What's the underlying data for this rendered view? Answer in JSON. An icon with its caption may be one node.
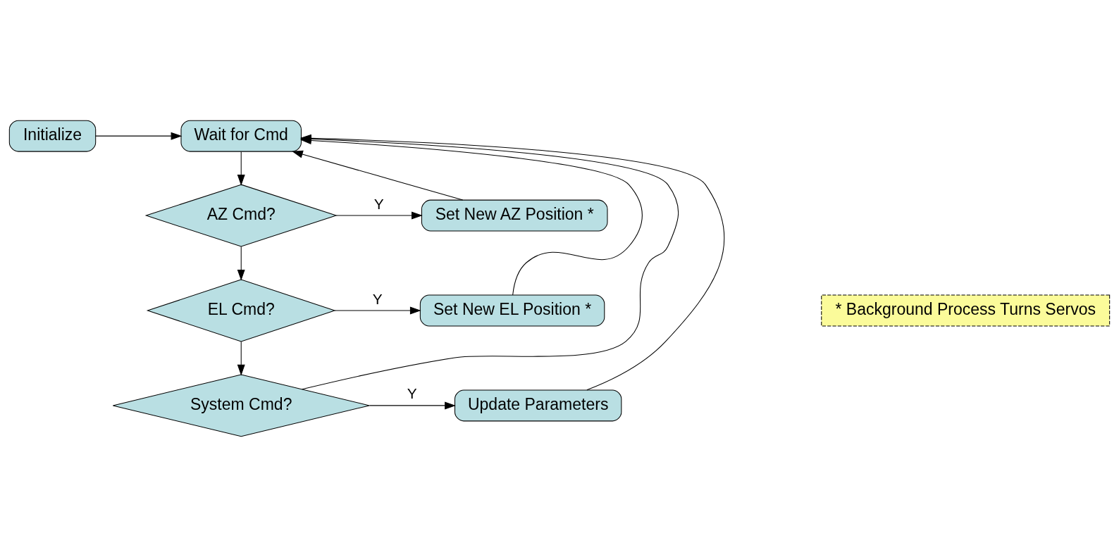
{
  "diagram": {
    "nodes": [
      {
        "text": [
          "Initialize"
        ]
      },
      {
        "text": [
          "Wait for Cmd"
        ]
      },
      {
        "text": [
          "AZ Cmd?"
        ]
      },
      {
        "text": [
          "Set New AZ Position *"
        ]
      },
      {
        "text": [
          "EL Cmd?"
        ]
      },
      {
        "text": [
          "Set New EL Position *"
        ]
      },
      {
        "text": [
          "System Cmd?"
        ]
      },
      {
        "text": [
          "Update Parameters"
        ]
      },
      {
        "text": [
          "* Background Process Turns Servos"
        ]
      }
    ],
    "edges": [
      {
        "from": 0,
        "to": 1,
        "arrow": "to"
      },
      {
        "from": 1,
        "to": 2,
        "arrow": "to"
      },
      {
        "from": 2,
        "to": 3,
        "arrow": "to",
        "label": "Y"
      },
      {
        "from": 2,
        "to": 4,
        "arrow": "to"
      },
      {
        "from": 4,
        "to": 5,
        "arrow": "to",
        "label": "Y"
      },
      {
        "from": 4,
        "to": 6,
        "arrow": "to"
      },
      {
        "from": 6,
        "to": 7,
        "arrow": "to",
        "label": "Y"
      },
      {
        "from": 6,
        "to": 1,
        "arrow": "to"
      },
      {
        "from": 3,
        "to": 1,
        "arrow": "to"
      },
      {
        "from": 5,
        "to": 1,
        "arrow": "to"
      },
      {
        "from": 7,
        "to": 1,
        "arrow": "to"
      }
    ]
  }
}
